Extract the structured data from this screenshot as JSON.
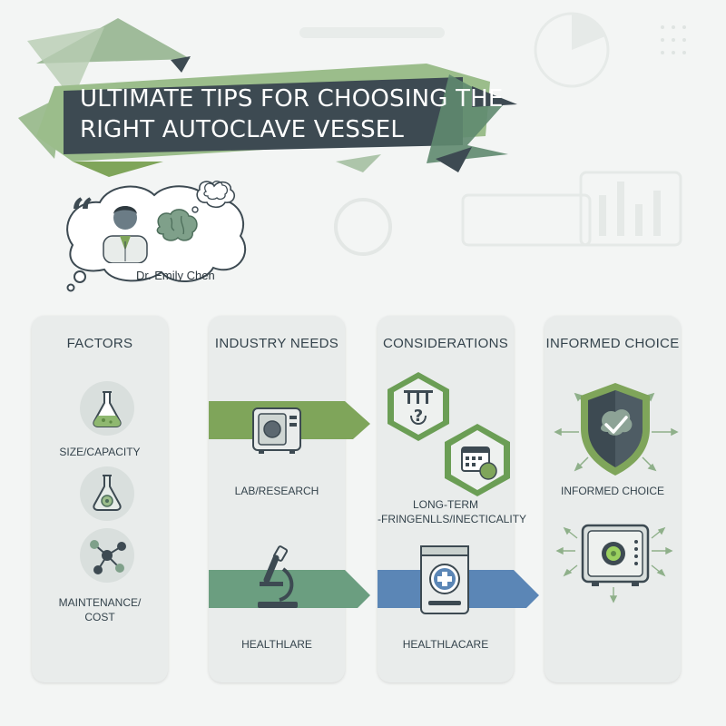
{
  "title": {
    "line1": "ULTIMATE TIPS FOR CHOOSING THE",
    "line2": "RIGHT AUTOCLAVE VESSEL"
  },
  "expert": {
    "name": "Dr. Emily Chen",
    "quote_mark": "“"
  },
  "columns": [
    {
      "title": "FACTORS",
      "items": [
        "SIZE/CAPACITY",
        "MAINTENANCE/",
        "COST"
      ]
    },
    {
      "title": "INDUSTRY NEEDS",
      "items": [
        "LAB/RESEARCH",
        "HEALTHLARE"
      ]
    },
    {
      "title": "CONSIDERATIONS",
      "items": [
        "LONG-TERM",
        "-FRINGENLLS/INECTICALITY",
        "HEALTHLACARE"
      ]
    },
    {
      "title": "INFORMED CHOICE",
      "items": [
        "INFORMED CHOICE"
      ]
    }
  ],
  "colors": {
    "banner": "#3d4a52",
    "green": "#7fa55a",
    "teal": "#6b9e80",
    "blue": "#5b86b6",
    "column": "#e9eceb"
  },
  "icons": [
    "flask-icon",
    "molecule-icon",
    "autoclave-icon",
    "microscope-icon",
    "question-icon",
    "calendar-icon",
    "medical-autoclave-icon",
    "shield-check-icon",
    "safe-icon",
    "brain-icon",
    "doctor-icon",
    "quote-icon"
  ]
}
